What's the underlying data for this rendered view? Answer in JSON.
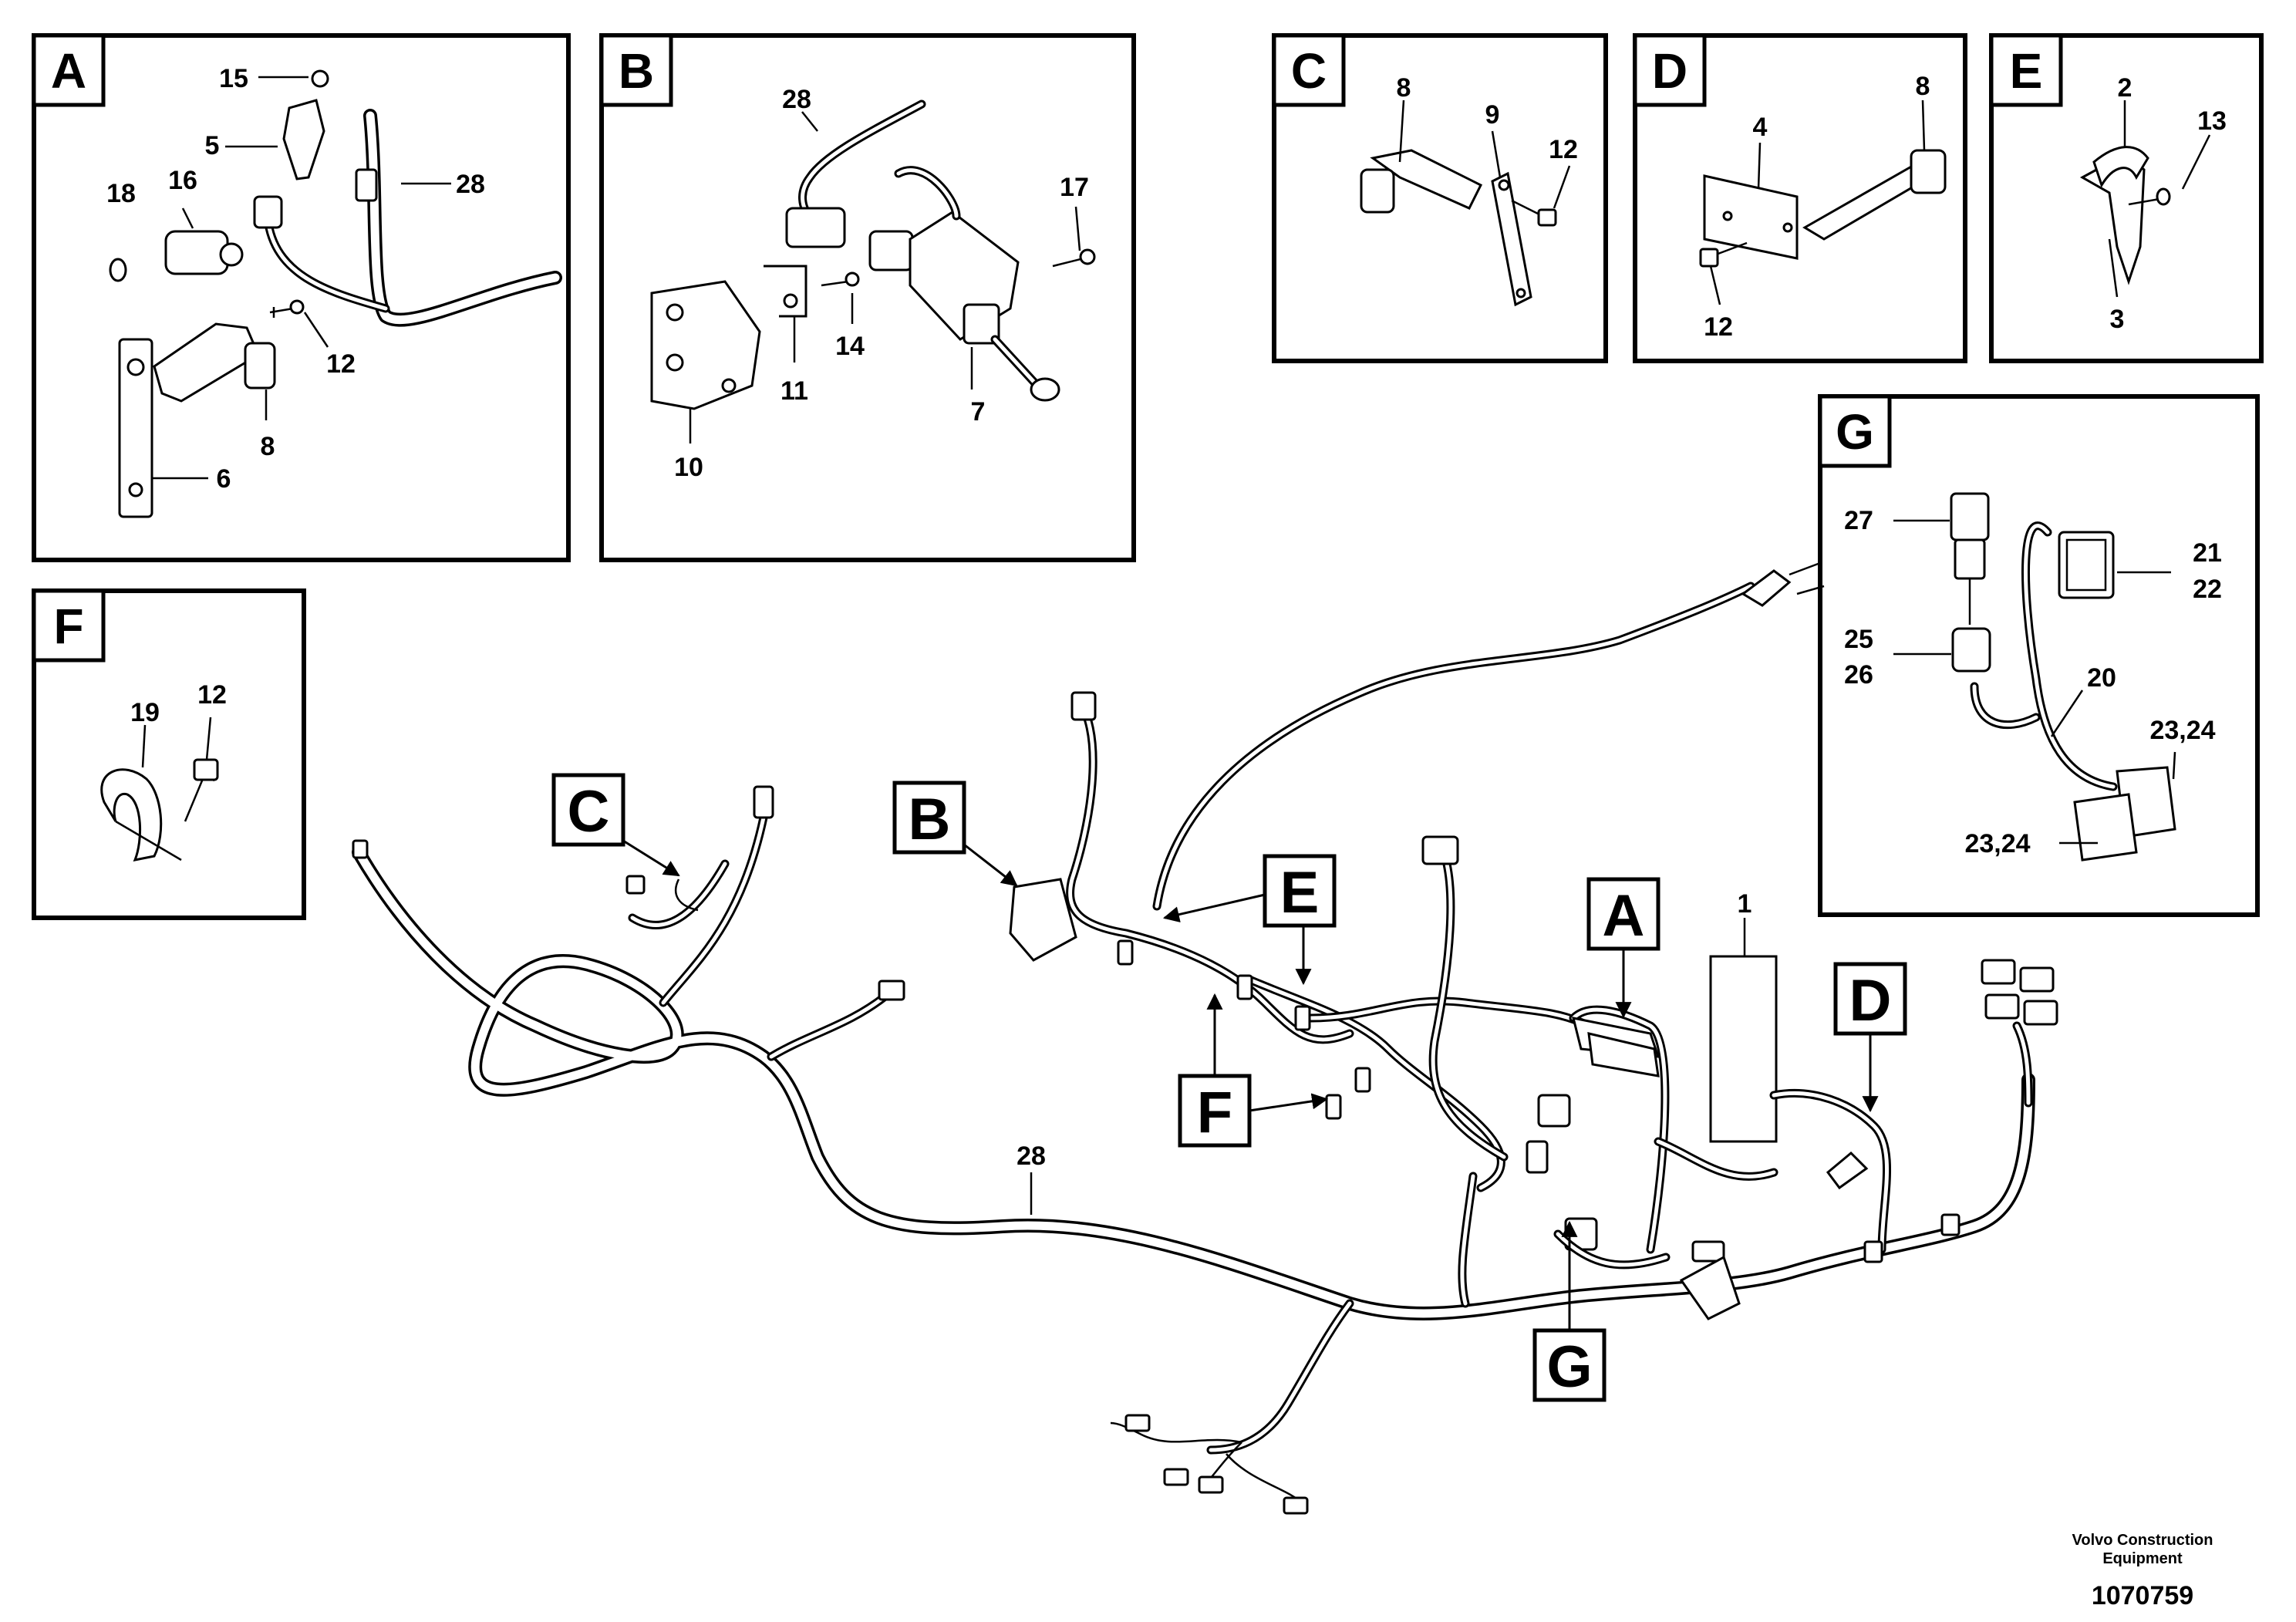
{
  "panels": {
    "A": {
      "title": "A",
      "labels": {
        "p15": "15",
        "p5": "5",
        "p18": "18",
        "p16": "16",
        "p28": "28",
        "p12": "12",
        "p8": "8",
        "p6": "6"
      }
    },
    "B": {
      "title": "B",
      "labels": {
        "p28": "28",
        "p17": "17",
        "p14": "14",
        "p11": "11",
        "p10": "10",
        "p7": "7"
      }
    },
    "C": {
      "title": "C",
      "labels": {
        "p8": "8",
        "p9": "9",
        "p12": "12"
      }
    },
    "D": {
      "title": "D",
      "labels": {
        "p4": "4",
        "p8": "8",
        "p12": "12"
      }
    },
    "E": {
      "title": "E",
      "labels": {
        "p2": "2",
        "p13": "13",
        "p3": "3"
      }
    },
    "F": {
      "title": "F",
      "labels": {
        "p19": "19",
        "p12": "12"
      }
    },
    "G": {
      "title": "G",
      "labels": {
        "p27": "27",
        "p21": "21",
        "p22": "22",
        "p25": "25",
        "p26": "26",
        "p20": "20",
        "p2324a": "23,24",
        "p2324b": "23,24"
      }
    }
  },
  "main": {
    "callouts": {
      "A": "A",
      "B": "B",
      "C": "C",
      "D": "D",
      "E": "E",
      "F": "F",
      "G": "G"
    },
    "labels": {
      "p1": "1",
      "p28": "28"
    }
  },
  "footer": {
    "company_line1": "Volvo Construction",
    "company_line2": "Equipment",
    "doc_number": "1070759"
  }
}
